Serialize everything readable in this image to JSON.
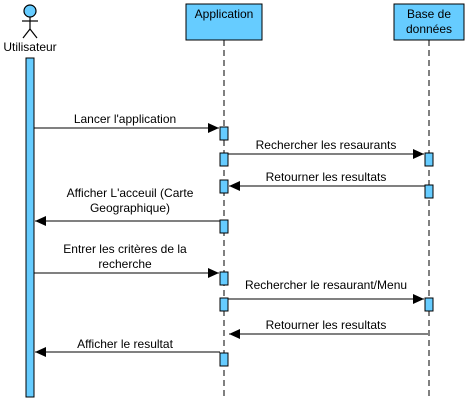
{
  "actor": {
    "name": "Utilisateur"
  },
  "participants": [
    {
      "name": "Application"
    },
    {
      "name": "Base de\ndonnées"
    }
  ],
  "messages": [
    {
      "text": "Lancer l'application"
    },
    {
      "text": "Rechercher les resaurants"
    },
    {
      "text": "Retourner les resultats"
    },
    {
      "text": "Afficher L'acceuil (Carte Geographique)"
    },
    {
      "text": "Entrer les critères de la recherche"
    },
    {
      "text": "Rechercher le resaurant/Menu"
    },
    {
      "text": "Retourner les resultats"
    },
    {
      "text": "Afficher le resultat"
    }
  ],
  "colors": {
    "box_fill": "#66ccff",
    "line": "#000000"
  }
}
